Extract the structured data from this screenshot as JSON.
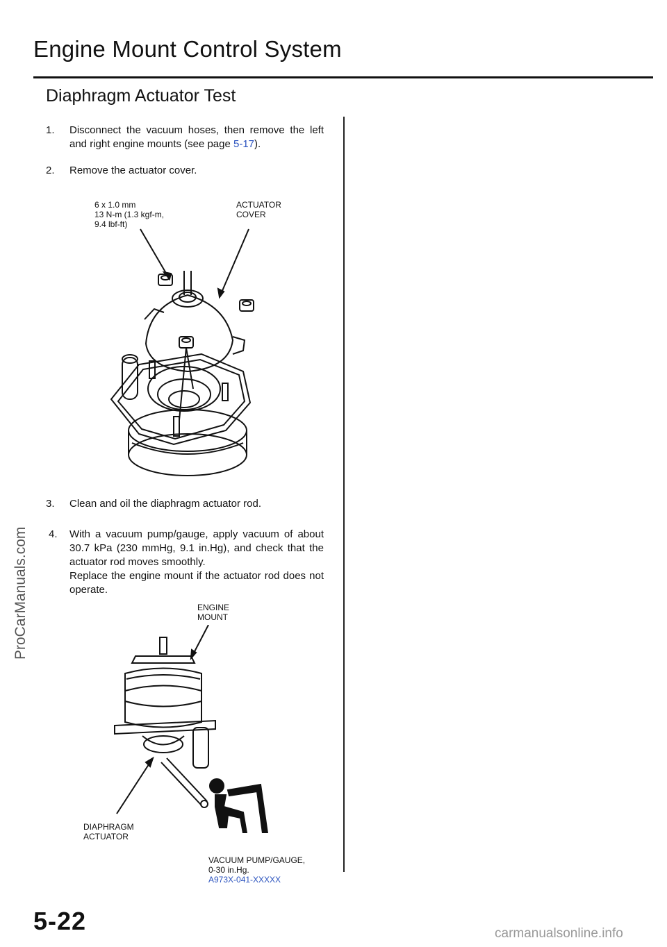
{
  "header": {
    "title": "Engine Mount Control System",
    "subtitle": "Diaphragm Actuator Test"
  },
  "steps": [
    {
      "num": "1.",
      "text_before": "Disconnect the vacuum hoses, then remove the left and right engine mounts (see page ",
      "link": "5-17",
      "text_after": ")."
    },
    {
      "num": "2.",
      "text": "Remove the actuator cover."
    },
    {
      "num": "3.",
      "text": "Clean and oil the diaphragm actuator rod."
    },
    {
      "num": "4.",
      "text": "With a vacuum pump/gauge, apply vacuum of about 30.7 kPa (230 mmHg, 9.1 in.Hg), and check that the actuator rod moves smoothly.",
      "text2": "Replace the engine mount if the actuator rod does not operate."
    }
  ],
  "figure1": {
    "bolt_label_1": "6 x 1.0 mm",
    "bolt_label_2": "13 N-m (1.3 kgf-m,",
    "bolt_label_3": "9.4 lbf-ft)",
    "cover_label_1": "ACTUATOR",
    "cover_label_2": "COVER"
  },
  "figure2": {
    "mount_label_1": "ENGINE",
    "mount_label_2": "MOUNT",
    "actuator_label_1": "DIAPHRAGM",
    "actuator_label_2": "ACTUATOR",
    "pump_label_1": "VACUUM PUMP/GAUGE,",
    "pump_label_2": "0-30  in.Hg.",
    "pump_label_3": "A973X-041-XXXXX"
  },
  "footer": {
    "page_number": "5-22",
    "watermark_side": "ProCarManuals.com",
    "watermark_bottom": "carmanualsonline.info"
  },
  "colors": {
    "link": "#2a52be",
    "text": "#111111"
  }
}
